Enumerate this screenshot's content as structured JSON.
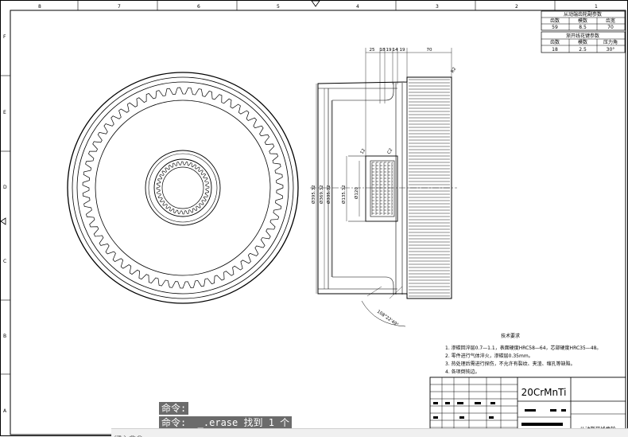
{
  "ruler": {
    "top": [
      "8",
      "7",
      "6",
      "5",
      "4",
      "3",
      "2",
      "1"
    ],
    "left": [
      "F",
      "E",
      "D",
      "C",
      "B",
      "A"
    ]
  },
  "table1": {
    "title": "从动端齿轮副参数",
    "headers": [
      "齿数",
      "模数",
      "齿宽"
    ],
    "values": [
      "59",
      "8.5",
      "70"
    ]
  },
  "table2": {
    "title": "渐开线花键参数",
    "headers": [
      "齿数",
      "模数",
      "压力角"
    ],
    "values": [
      "18",
      "2.5",
      "30°"
    ]
  },
  "dims": {
    "top": [
      "25",
      "18",
      "19",
      "14",
      "19",
      "70"
    ],
    "vertical": [
      "Ø395.32",
      "Ø369.32",
      "Ø335.32",
      "Ø135.32",
      "Ø120"
    ],
    "small": [
      "12",
      "C2",
      "R2"
    ],
    "angle": "108°22'49\""
  },
  "tech": {
    "title": "技术要求",
    "items": [
      "1.   渗碳回淬层0.7—1.1，表面硬度HRC58—64，芯部硬度HRC35—48。",
      "2.   零件进行气体淬火，渗碳层0.35mm。",
      "3.   热处理后需进行探伤，不允许有裂纹、夹渣、缩孔等缺陷。",
      "4.   各项倒钝边。"
    ]
  },
  "title_block": {
    "material": "20CrMnTi",
    "part_name": "从动渐开线齿轮"
  },
  "command": {
    "line1": "命令:",
    "line2": "命令:  _.erase 找到 1 个",
    "input_placeholder": "键入命令"
  }
}
